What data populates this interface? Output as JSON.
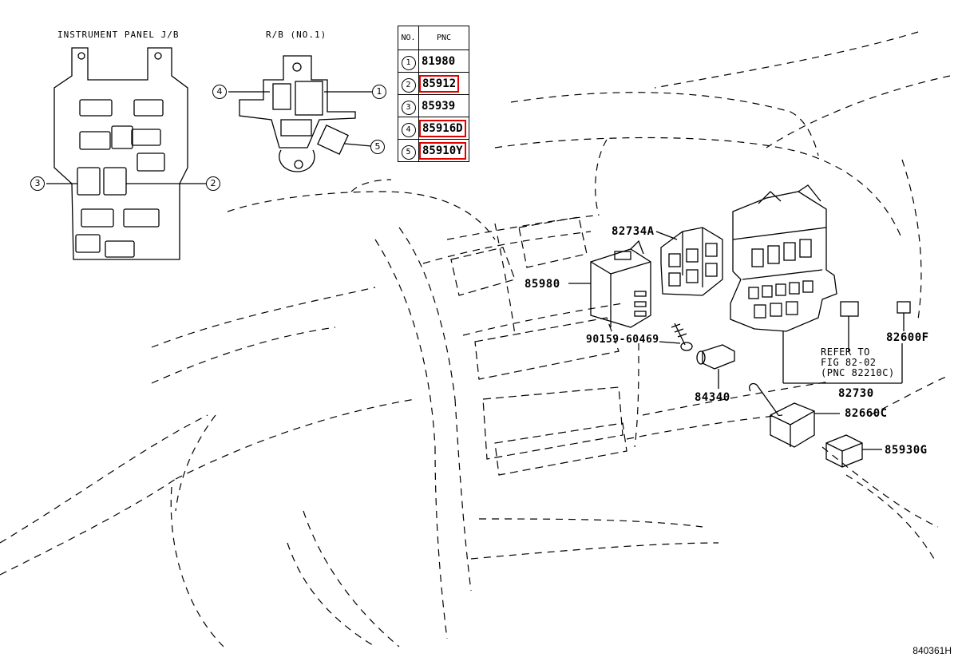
{
  "headings": {
    "instrument_panel_jb": "INSTRUMENT PANEL J/B",
    "rb_no1": "R/B (NO.1)"
  },
  "table": {
    "header_no": "NO.",
    "header_pnc": "PNC",
    "rows": [
      {
        "no": "1",
        "pnc": "81980",
        "highlighted": false
      },
      {
        "no": "2",
        "pnc": "85912",
        "highlighted": true
      },
      {
        "no": "3",
        "pnc": "85939",
        "highlighted": false
      },
      {
        "no": "4",
        "pnc": "85916D",
        "highlighted": true
      },
      {
        "no": "5",
        "pnc": "85910Y",
        "highlighted": true
      }
    ],
    "highlight_color": "#e00000"
  },
  "callouts": {
    "jb_left": "3",
    "jb_right": "2",
    "rb_left": "4",
    "rb_right": "1",
    "rb_bottom": "5"
  },
  "part_labels": {
    "p82734A": "82734A",
    "p85980": "85980",
    "p90159": "90159-60469",
    "p84340": "84340",
    "p82600F": "82600F",
    "p82730": "82730",
    "p82660C": "82660C",
    "p85930G": "85930G"
  },
  "refer": {
    "line1": "REFER TO",
    "line2": "FIG 82-02",
    "line3": "(PNC 82210C)"
  },
  "diagram_id": "840361H"
}
